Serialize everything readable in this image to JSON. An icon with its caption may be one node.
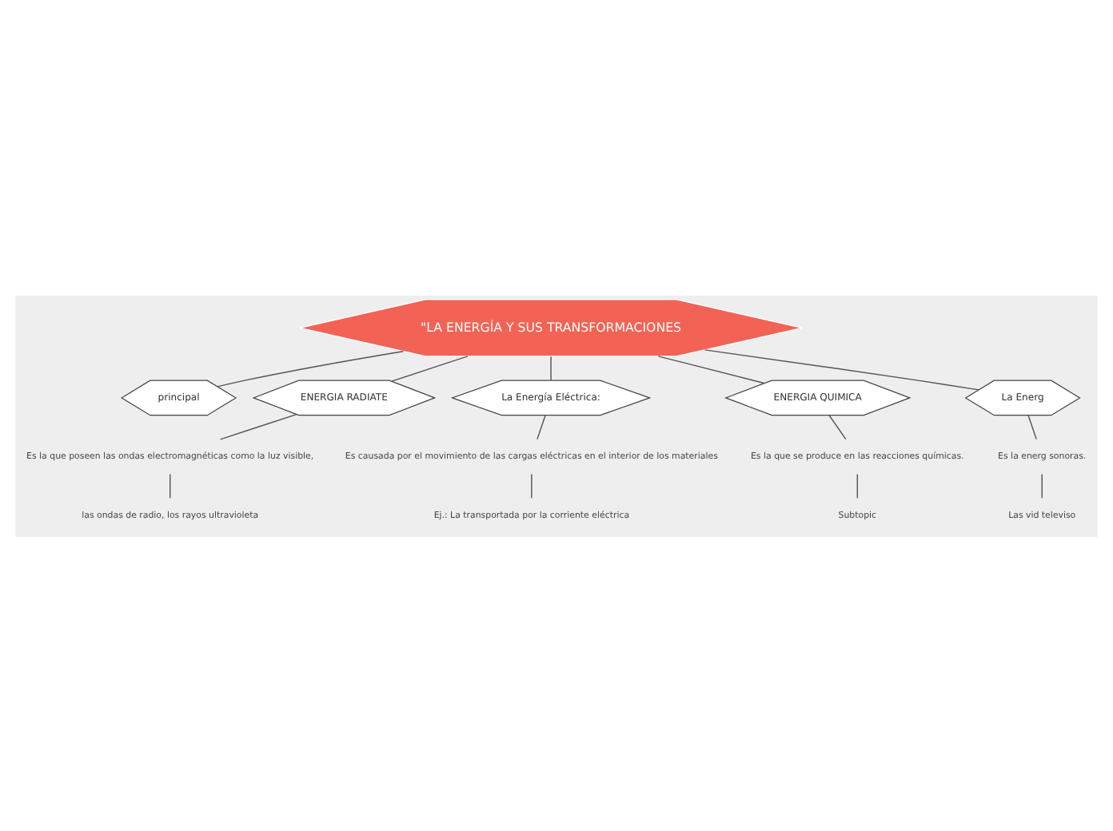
{
  "diagram": {
    "nodes": [
      {
        "text": [
          "\"LA ENERGÍA Y SUS TRANSFORMACIONES"
        ]
      },
      {
        "text": [
          "principal"
        ]
      },
      {
        "text": [
          "ENERGIA RADIATE"
        ]
      },
      {
        "text": [
          "La Energía Eléctrica:"
        ]
      },
      {
        "text": [
          "ENERGIA QUIMICA"
        ]
      },
      {
        "text": [
          "La Energ"
        ]
      },
      {
        "text": [
          "Es la que poseen las ondas electromagnéticas como la luz visible,"
        ]
      },
      {
        "text": [
          "las ondas de radio, los rayos ultravioleta"
        ]
      },
      {
        "text": [
          "Es causada por el movimiento de las cargas eléctricas en el interior de los materiales"
        ]
      },
      {
        "text": [
          "Ej.: La transportada por la corriente eléctrica"
        ]
      },
      {
        "text": [
          "Es la que se produce en las reacciones químicas."
        ]
      },
      {
        "text": [
          "Subtopic"
        ]
      },
      {
        "text": [
          "Es la energ sonoras."
        ]
      },
      {
        "text": [
          "Las vid televiso"
        ]
      }
    ],
    "edges": [
      {
        "from": 0,
        "to": 1,
        "arrow": "none"
      },
      {
        "from": 0,
        "to": 2,
        "arrow": "none"
      },
      {
        "from": 0,
        "to": 3,
        "arrow": "none"
      },
      {
        "from": 0,
        "to": 4,
        "arrow": "none"
      },
      {
        "from": 0,
        "to": 5,
        "arrow": "none"
      },
      {
        "from": 2,
        "to": 6,
        "arrow": "none"
      },
      {
        "from": 6,
        "to": 7,
        "arrow": "none"
      },
      {
        "from": 3,
        "to": 8,
        "arrow": "none"
      },
      {
        "from": 8,
        "to": 9,
        "arrow": "none"
      },
      {
        "from": 4,
        "to": 10,
        "arrow": "none"
      },
      {
        "from": 10,
        "to": 11,
        "arrow": "none"
      },
      {
        "from": 5,
        "to": 12,
        "arrow": "none"
      },
      {
        "from": 12,
        "to": 13,
        "arrow": "none"
      }
    ]
  }
}
